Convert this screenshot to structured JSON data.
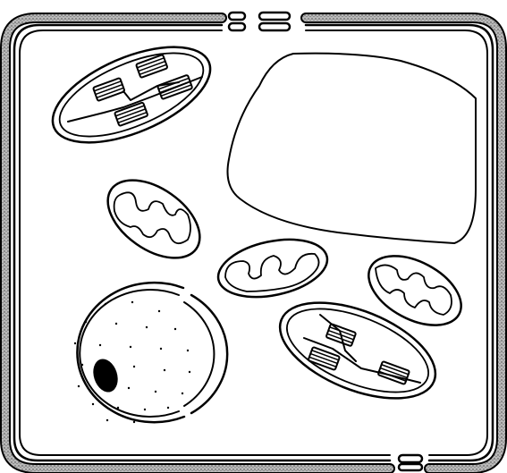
{
  "diagram": {
    "subject": "plant cell",
    "style": "black line art, unlabeled",
    "colors": {
      "ink": "#000000",
      "wall_texture": "#8c8c8c",
      "background": "#ffffff"
    },
    "organelles": [
      {
        "name": "cell-wall",
        "count": 1
      },
      {
        "name": "cell-membrane",
        "count": 1
      },
      {
        "name": "plasmodesmata-gap",
        "count": 3
      },
      {
        "name": "chloroplast",
        "count": 2
      },
      {
        "name": "mitochondrion",
        "count": 3
      },
      {
        "name": "central-vacuole",
        "count": 1
      },
      {
        "name": "nucleus",
        "count": 1
      },
      {
        "name": "nucleolus",
        "count": 1
      }
    ]
  }
}
